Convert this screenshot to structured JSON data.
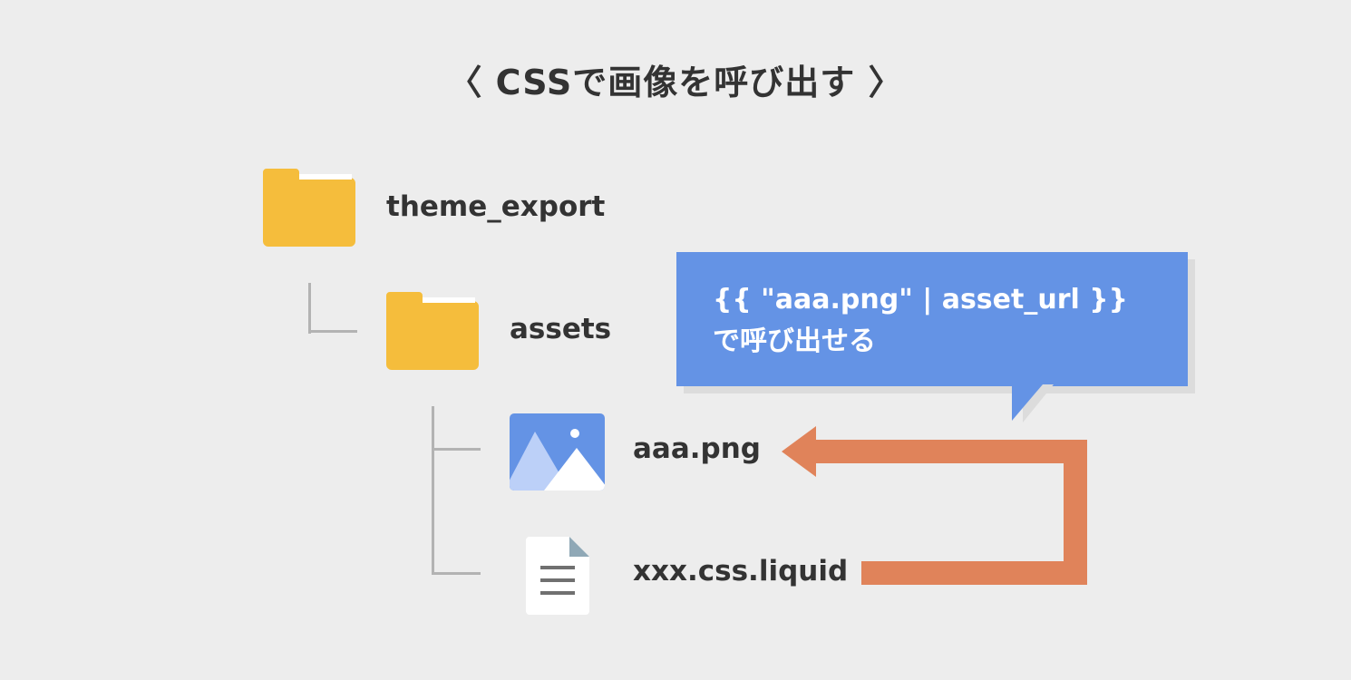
{
  "title": "〈 CSSで画像を呼び出す 〉",
  "tree": {
    "root_folder": "theme_export",
    "sub_folder": "assets",
    "image_file": "aaa.png",
    "css_file": "xxx.css.liquid"
  },
  "callout": {
    "line1": "{{ \"aaa.png\" | asset_url }}",
    "line2": "で呼び出せる"
  },
  "colors": {
    "background": "#ededed",
    "folder": "#f5bd3c",
    "callout": "#6493e5",
    "arrow": "#e0835a",
    "tree_line": "#b3b3b3",
    "text": "#333333"
  },
  "icons": {
    "folder": "folder-icon",
    "image": "image-file-icon",
    "document": "document-icon"
  }
}
